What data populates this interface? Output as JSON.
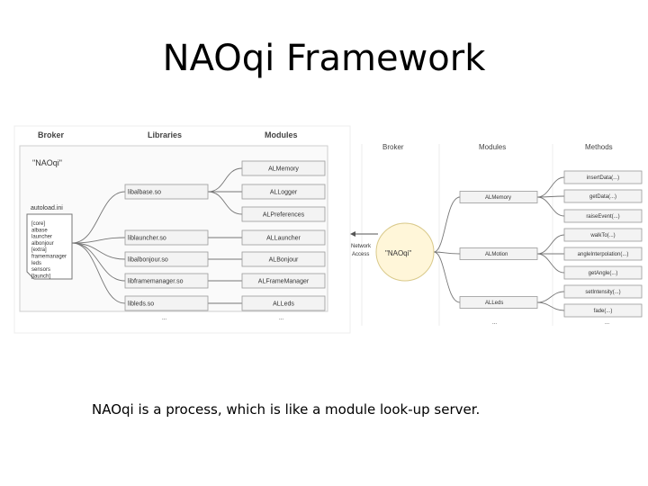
{
  "title": "NAOqi Framework",
  "caption": "NAOqi is a process, which is like a module look-up server.",
  "left_diagram": {
    "headers": {
      "broker": "Broker",
      "libraries": "Libraries",
      "modules": "Modules"
    },
    "broker_name": "\"NAOqi\"",
    "autoload_file": "autoload.ini",
    "autoload_entries": [
      "[core]",
      "albase",
      "launcher",
      "albonjour",
      "[extra]",
      "framemanager",
      "leds",
      "sensors",
      "[launch]"
    ],
    "libraries": [
      "libalbase.so",
      "liblauncher.so",
      "libalbonjour.so",
      "libframemanager.so",
      "libleds.so"
    ],
    "modules": [
      "ALMemory",
      "ALLogger",
      "ALPreferences",
      "ALLauncher",
      "ALBonjour",
      "ALFrameManager",
      "ALLeds"
    ],
    "ellipsis": "..."
  },
  "right_diagram": {
    "headers": {
      "broker": "Broker",
      "modules": "Modules",
      "methods": "Methods"
    },
    "broker_name": "\"NAOqi\"",
    "network_label_1": "Network",
    "network_label_2": "Access",
    "modules": [
      "ALMemory",
      "ALMotion",
      "ALLeds"
    ],
    "methods": [
      "insertData(...)",
      "getData(...)",
      "raiseEvent(...)",
      "walkTo(...)",
      "angleInterpolation(...)",
      "getAngle(...)",
      "setIntensity(...)",
      "fade(...)"
    ],
    "ellipsis": "..."
  },
  "colors": {
    "library_box": "#f3f3f3",
    "module_box": "#f3f3f3",
    "broker_circle": "#fff6d9",
    "line": "#666666"
  }
}
